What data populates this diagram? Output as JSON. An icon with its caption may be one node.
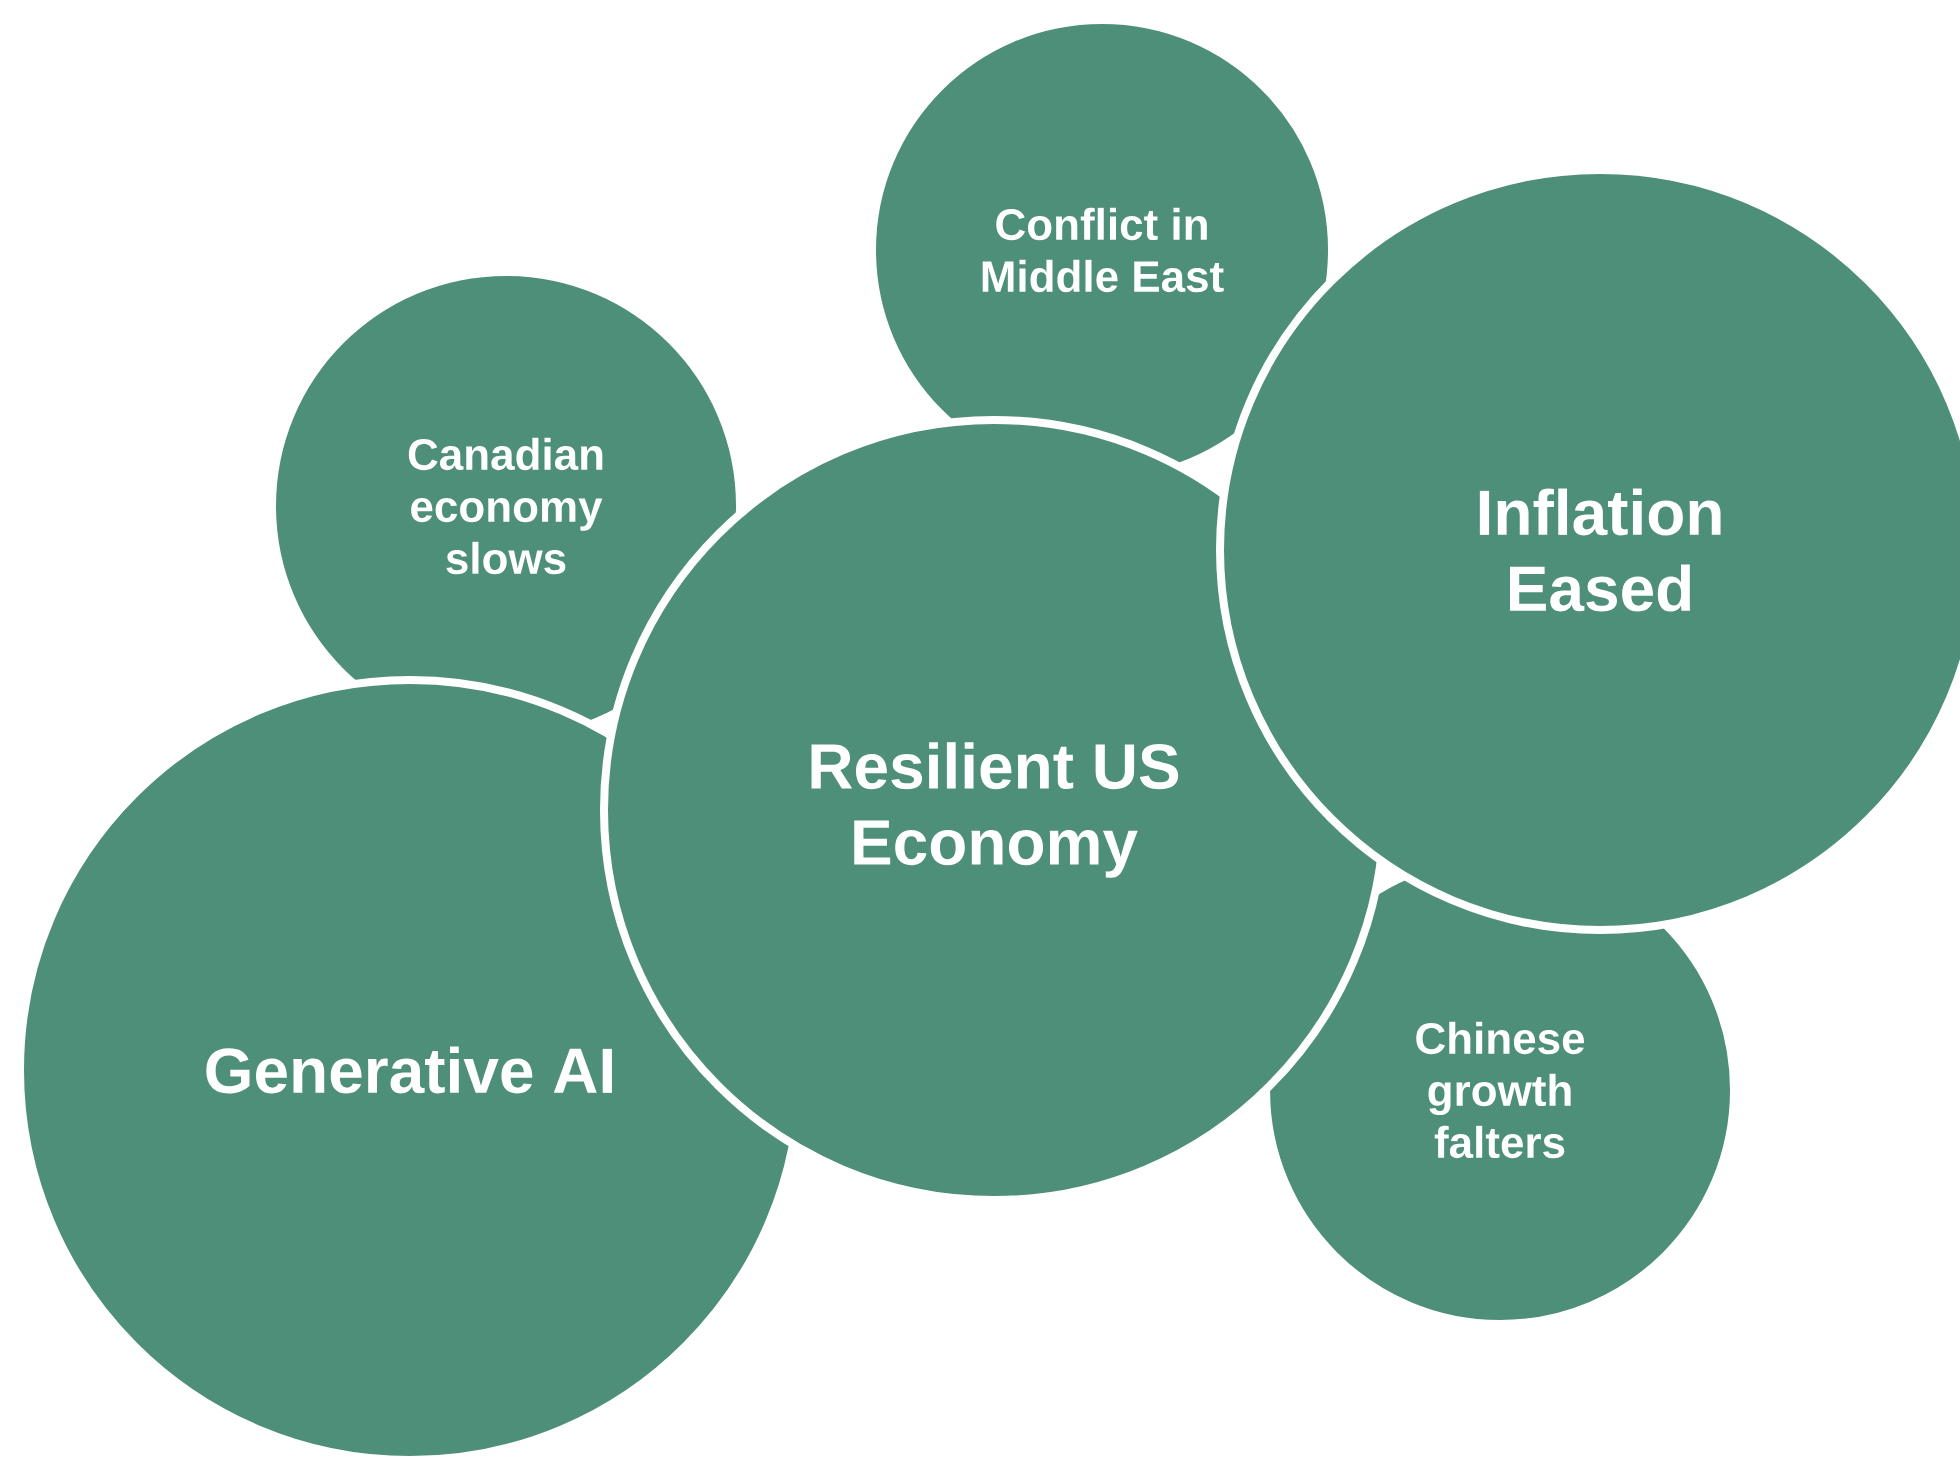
{
  "diagram": {
    "nodes": [
      {
        "text": [
          "Conflict in Middle East"
        ]
      },
      {
        "text": [
          "Canadian economy slows"
        ]
      },
      {
        "text": [
          "Inflation Eased"
        ]
      },
      {
        "text": [
          "Resilient US Economy"
        ]
      },
      {
        "text": [
          "Chinese growth falters"
        ]
      },
      {
        "text": [
          "Generative AI"
        ]
      }
    ],
    "edges": []
  }
}
